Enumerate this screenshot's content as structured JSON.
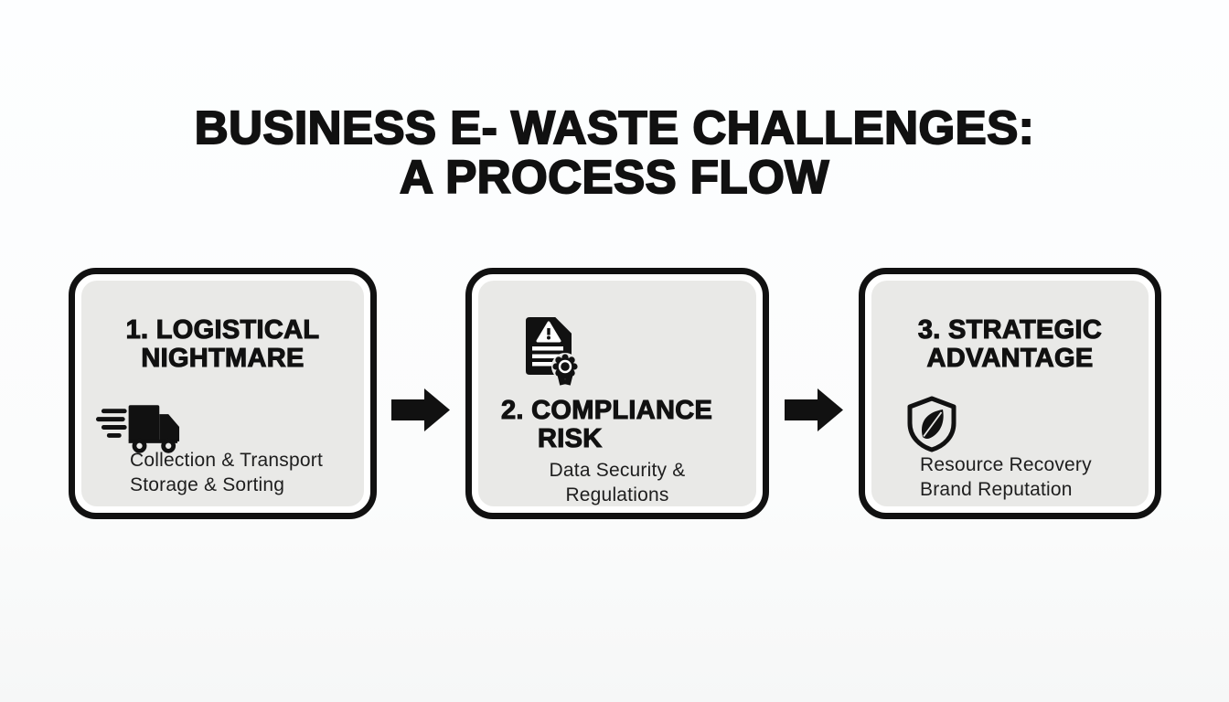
{
  "title": {
    "line1": "BUSINESS E- WASTE CHALLENGES:",
    "line2": "A PROCESS FLOW"
  },
  "colors": {
    "ink": "#111111",
    "panel_fill": "#e9e9e7",
    "panel_gap": "#ffffff",
    "page_bg": "#fdfeff"
  },
  "steps": [
    {
      "number": "1",
      "title_line1": "1. LOGISTICAL",
      "title_line2": "NIGHTMARE",
      "icon": "speeding-truck-icon",
      "detail_line1": "Collection & Transport",
      "detail_line2": "Storage & Sorting"
    },
    {
      "number": "2",
      "title_line1": "2. COMPLIANCE",
      "title_line2": "RISK",
      "icon": "compliance-document-icon",
      "detail_line1": "Data Security &",
      "detail_line2": "Regulations"
    },
    {
      "number": "3",
      "title_line1": "3. STRATEGIC",
      "title_line2": "ADVANTAGE",
      "icon": "shield-leaf-icon",
      "detail_line1": "Resource Recovery",
      "detail_line2": "Brand Reputation"
    }
  ],
  "connectors": [
    {
      "icon": "arrow-right-icon"
    },
    {
      "icon": "arrow-right-icon"
    }
  ]
}
